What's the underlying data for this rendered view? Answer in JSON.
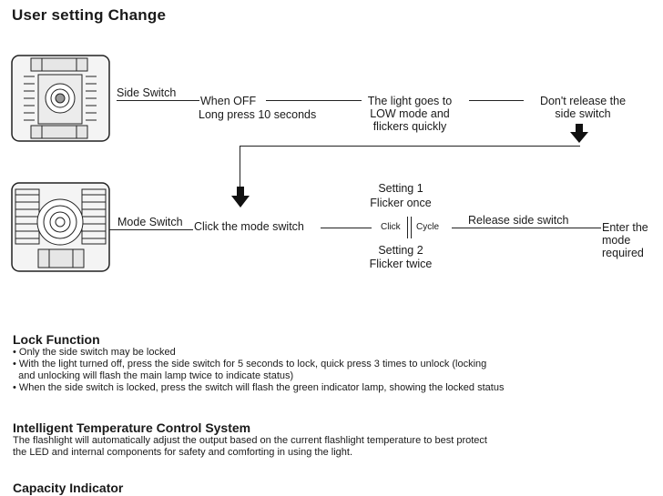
{
  "title": "User setting Change",
  "diagram": {
    "side_switch": "Side Switch",
    "when_off": "When OFF",
    "long_press": "Long press 10 seconds",
    "light_goes_1": "The light goes to",
    "light_goes_2": "LOW mode and",
    "light_goes_3": "flickers quickly",
    "dont_release_1": "Don't release the",
    "dont_release_2": "side switch",
    "mode_switch": "Mode Switch",
    "click_mode": "Click the mode switch",
    "setting1_a": "Setting 1",
    "setting1_b": "Flicker once",
    "click": "Click",
    "cycle": "Cycle",
    "setting2_a": "Setting 2",
    "setting2_b": "Flicker twice",
    "release": "Release side switch",
    "enter_1": "Enter the",
    "enter_2": "mode",
    "enter_3": "required"
  },
  "lock": {
    "heading": "Lock Function",
    "b1": "• Only the side switch may be locked",
    "b2a": "• With the light turned off, press the side switch for 5 seconds to lock, quick press 3 times to unlock (locking",
    "b2b": "  and unlocking will flash the main lamp twice to indicate status)",
    "b3": "• When the side switch is locked, press the switch will flash the green indicator lamp, showing the locked status"
  },
  "temp": {
    "heading": "Intelligent Temperature Control System",
    "l1": "The flashlight will automatically adjust the output based on the current flashlight temperature to best protect",
    "l2": "the LED and internal components for safety and comforting in using the light."
  },
  "capacity": {
    "heading": "Capacity Indicator"
  }
}
